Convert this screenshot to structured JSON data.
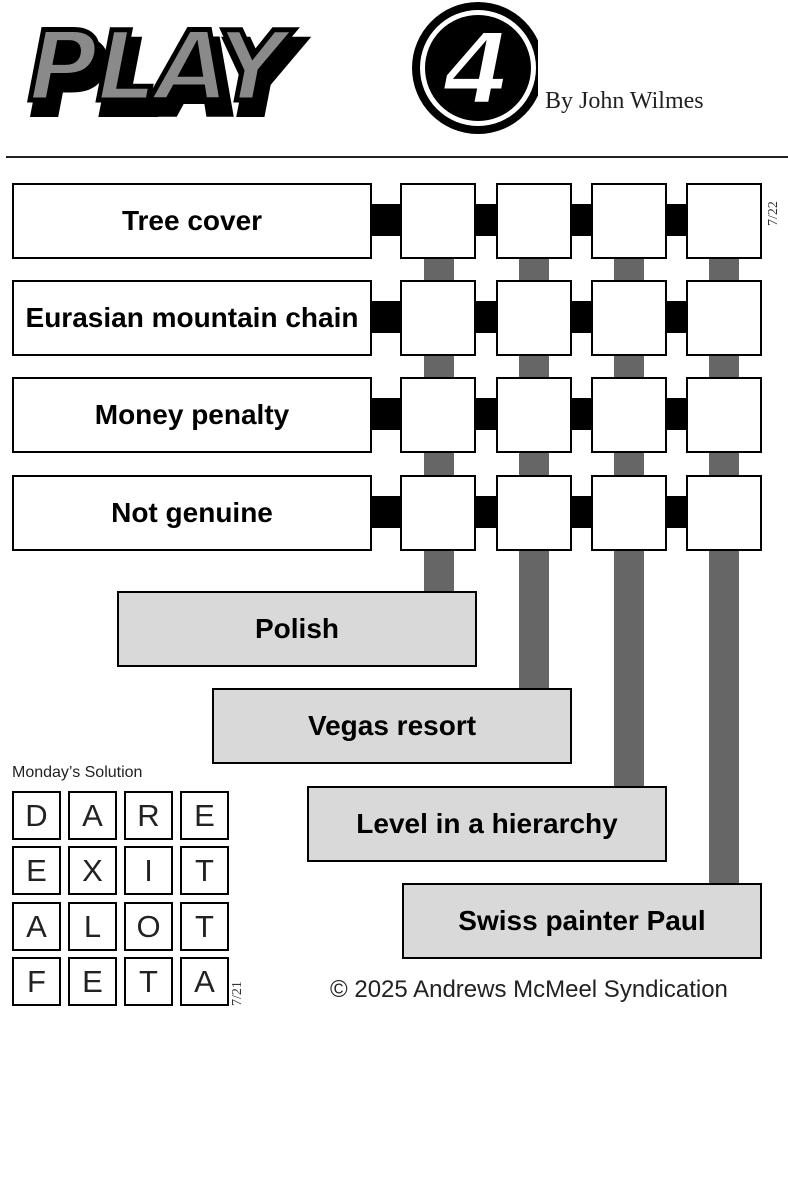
{
  "header": {
    "logo_text": "PLAY",
    "logo_number": "4",
    "byline": "By John Wilmes"
  },
  "puzzle": {
    "date": "7/22",
    "across_clues": [
      "Tree cover",
      "Eurasian mountain chain",
      "Money penalty",
      "Not genuine"
    ],
    "down_clues": [
      "Polish",
      "Vegas resort",
      "Level in a hierarchy",
      "Swiss painter Paul"
    ],
    "grid_size": 4,
    "colors": {
      "bar": "#666666",
      "down_clue_fill": "#d9d9d9",
      "connector": "#000000"
    }
  },
  "solution": {
    "title": "Monday’s Solution",
    "date": "7/21",
    "rows": [
      [
        "D",
        "A",
        "R",
        "E"
      ],
      [
        "E",
        "X",
        "I",
        "T"
      ],
      [
        "A",
        "L",
        "O",
        "T"
      ],
      [
        "F",
        "E",
        "T",
        "A"
      ]
    ]
  },
  "footer": {
    "copyright": "© 2025 Andrews McMeel Syndication"
  }
}
